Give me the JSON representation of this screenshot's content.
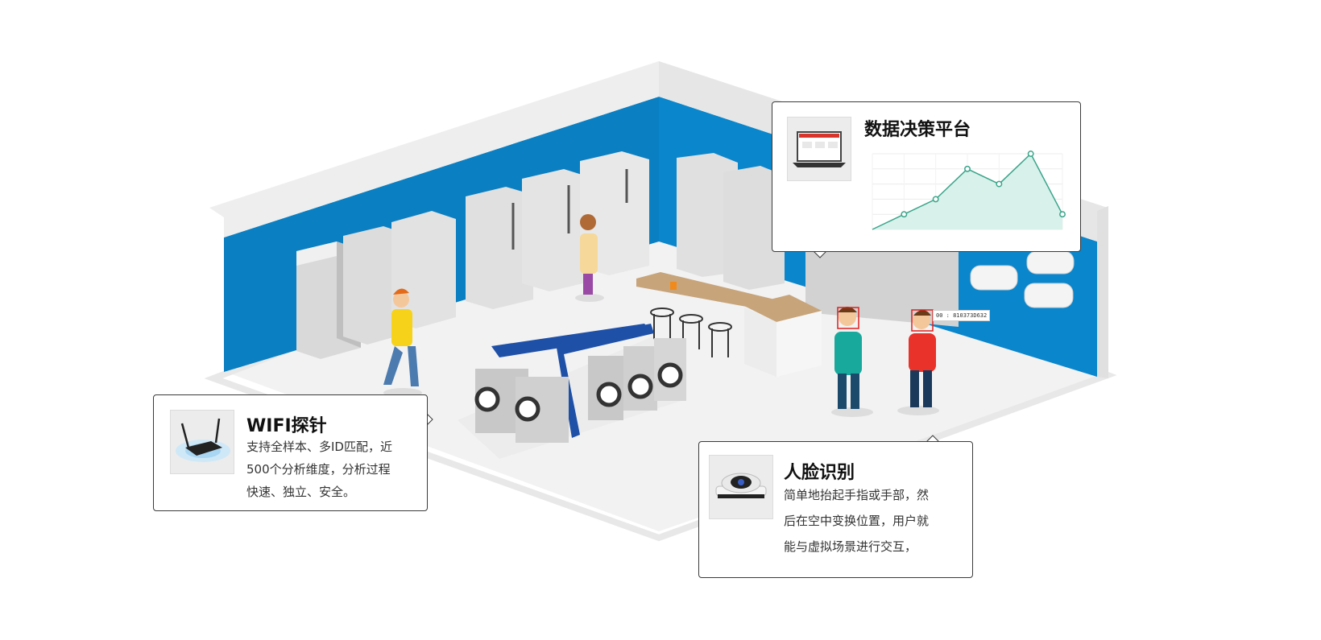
{
  "wifi_card": {
    "title": "WIFI探针",
    "desc_lines": [
      "支持全样本、多ID匹配，近",
      "500个分析维度，分析过程",
      "快速、独立、安全。"
    ],
    "icon": "wifi-router-icon"
  },
  "face_card": {
    "title": "人脸识别",
    "desc_lines": [
      "简单地抬起手指或手部，然",
      "后在空中变换位置，用户就",
      "能与虚拟场景进行交互，"
    ],
    "icon": "camera-icon"
  },
  "platform_card": {
    "title": "数据决策平台",
    "icon": "laptop-icon"
  },
  "mac_tag": "00 : 810373D632",
  "colors": {
    "wall_blue": "#0a7fc2",
    "wall_blue_dark": "#0568a3",
    "chart_line": "#3aa58a",
    "chart_fill": "#d8f1ea",
    "face_box": "#e02020",
    "accent_teal": "#1cb7b4"
  },
  "chart_data": {
    "type": "area",
    "x": [
      0,
      1,
      2,
      3,
      4,
      5,
      6
    ],
    "values": [
      0,
      10,
      20,
      40,
      30,
      50,
      10
    ],
    "ylim": [
      0,
      50
    ],
    "grid": true
  }
}
